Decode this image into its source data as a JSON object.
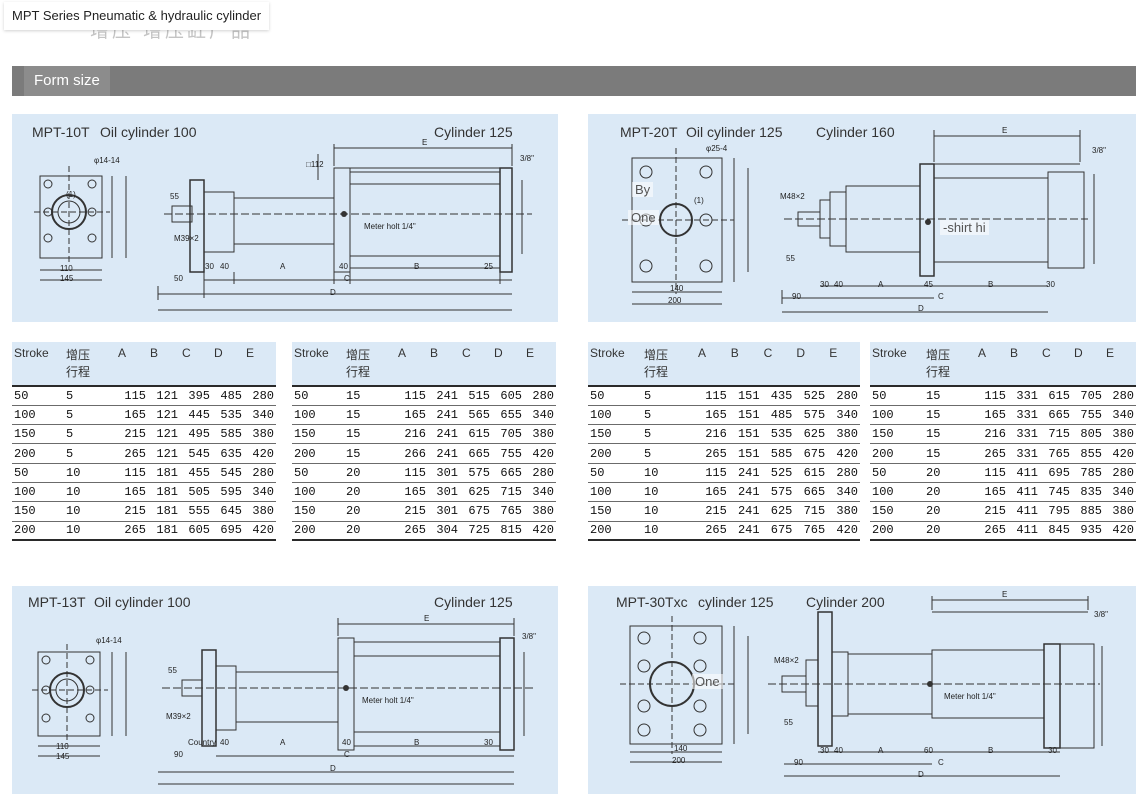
{
  "page_title": "MPT Series Pneumatic & hydraulic cylinder",
  "ghost_title": "增压 增压缸产品",
  "section": {
    "label": "Form size"
  },
  "panels": [
    {
      "title": "MPT-10T",
      "oil": "Oil cylinder 100",
      "cylinder": "Cylinder 125",
      "dims": {
        "e": "E",
        "d": "D",
        "c": "C",
        "a": "A",
        "b": "B",
        "v50": "50",
        "v30": "30",
        "v40a": "40",
        "v40b": "40",
        "v25": "25",
        "v55": "55",
        "v110": "110",
        "v145": "145",
        "port": "3/8\"",
        "hole": "φ14-14",
        "thread": "M39×2",
        "meter": "Meter holt 1/4\"",
        "n112": "□112",
        "p1": "(1)"
      },
      "overlay": []
    },
    {
      "title": "MPT-20T",
      "oil": "Oil cylinder 125",
      "cylinder": "Cylinder 160",
      "dims": {
        "e": "E",
        "d": "D",
        "c": "C",
        "a": "A",
        "b": "B",
        "v90": "90",
        "v30a": "30",
        "v40": "40",
        "v45": "45",
        "v30b": "30",
        "v55": "55",
        "v140": "140",
        "v200": "200",
        "port": "3/8\"",
        "hole": "φ25-4",
        "thread": "M48×2",
        "p1": "(1)"
      },
      "overlay": [
        "By",
        "One",
        "-shirt hi"
      ]
    },
    {
      "title": "MPT-13T",
      "oil": "Oil cylinder 100",
      "cylinder": "Cylinder 125",
      "dims": {
        "e": "E",
        "d": "D",
        "c": "C",
        "a": "A",
        "b": "B",
        "v90": "90",
        "v40a": "40",
        "v40b": "40",
        "v30": "30",
        "v55": "55",
        "v110": "110",
        "v145": "145",
        "port": "3/8\"",
        "hole": "φ14-14",
        "thread": "M39×2",
        "meter": "Meter holt 1/4\"",
        "country": "Country"
      },
      "overlay": []
    },
    {
      "title": "MPT-30Txc",
      "oil": "cylinder 125",
      "cylinder": "Cylinder 200",
      "dims": {
        "e": "E",
        "d": "D",
        "c": "C",
        "a": "A",
        "b": "B",
        "v90": "90",
        "v30a": "30",
        "v40": "40",
        "v60": "60",
        "v30b": "30",
        "v55": "55",
        "v140": "140",
        "v200": "200",
        "port": "3/8\"",
        "thread": "M48×2",
        "meter": "Meter holt 1/4\""
      },
      "overlay": [
        "One"
      ]
    }
  ],
  "table_headers": {
    "stroke": "Stroke",
    "boost": "增压\n行程",
    "a": "A",
    "b": "B",
    "c": "C",
    "d": "D",
    "e": "E"
  },
  "tables": [
    {
      "rows": [
        [
          "50",
          "5",
          "115",
          "121",
          "395",
          "485",
          "280"
        ],
        [
          "100",
          "5",
          "165",
          "121",
          "445",
          "535",
          "340"
        ],
        [
          "150",
          "5",
          "215",
          "121",
          "495",
          "585",
          "380"
        ],
        [
          "200",
          "5",
          "265",
          "121",
          "545",
          "635",
          "420"
        ],
        [
          "50",
          "10",
          "115",
          "181",
          "455",
          "545",
          "280"
        ],
        [
          "100",
          "10",
          "165",
          "181",
          "505",
          "595",
          "340"
        ],
        [
          "150",
          "10",
          "215",
          "181",
          "555",
          "645",
          "380"
        ],
        [
          "200",
          "10",
          "265",
          "181",
          "605",
          "695",
          "420"
        ]
      ]
    },
    {
      "rows": [
        [
          "50",
          "15",
          "115",
          "241",
          "515",
          "605",
          "280"
        ],
        [
          "100",
          "15",
          "165",
          "241",
          "565",
          "655",
          "340"
        ],
        [
          "150",
          "15",
          "216",
          "241",
          "615",
          "705",
          "380"
        ],
        [
          "200",
          "15",
          "266",
          "241",
          "665",
          "755",
          "420"
        ],
        [
          "50",
          "20",
          "115",
          "301",
          "575",
          "665",
          "280"
        ],
        [
          "100",
          "20",
          "165",
          "301",
          "625",
          "715",
          "340"
        ],
        [
          "150",
          "20",
          "215",
          "301",
          "675",
          "765",
          "380"
        ],
        [
          "200",
          "20",
          "265",
          "304",
          "725",
          "815",
          "420"
        ]
      ]
    },
    {
      "rows": [
        [
          "50",
          "5",
          "115",
          "151",
          "435",
          "525",
          "280"
        ],
        [
          "100",
          "5",
          "165",
          "151",
          "485",
          "575",
          "340"
        ],
        [
          "150",
          "5",
          "216",
          "151",
          "535",
          "625",
          "380"
        ],
        [
          "200",
          "5",
          "265",
          "151",
          "585",
          "675",
          "420"
        ],
        [
          "50",
          "10",
          "115",
          "241",
          "525",
          "615",
          "280"
        ],
        [
          "100",
          "10",
          "165",
          "241",
          "575",
          "665",
          "340"
        ],
        [
          "150",
          "10",
          "215",
          "241",
          "625",
          "715",
          "380"
        ],
        [
          "200",
          "10",
          "265",
          "241",
          "675",
          "765",
          "420"
        ]
      ]
    },
    {
      "rows": [
        [
          "50",
          "15",
          "115",
          "331",
          "615",
          "705",
          "280"
        ],
        [
          "100",
          "15",
          "165",
          "331",
          "665",
          "755",
          "340"
        ],
        [
          "150",
          "15",
          "216",
          "331",
          "715",
          "805",
          "380"
        ],
        [
          "200",
          "15",
          "265",
          "331",
          "765",
          "855",
          "420"
        ],
        [
          "50",
          "20",
          "115",
          "411",
          "695",
          "785",
          "280"
        ],
        [
          "100",
          "20",
          "165",
          "411",
          "745",
          "835",
          "340"
        ],
        [
          "150",
          "20",
          "215",
          "411",
          "795",
          "885",
          "380"
        ],
        [
          "200",
          "20",
          "265",
          "411",
          "845",
          "935",
          "420"
        ]
      ]
    }
  ]
}
